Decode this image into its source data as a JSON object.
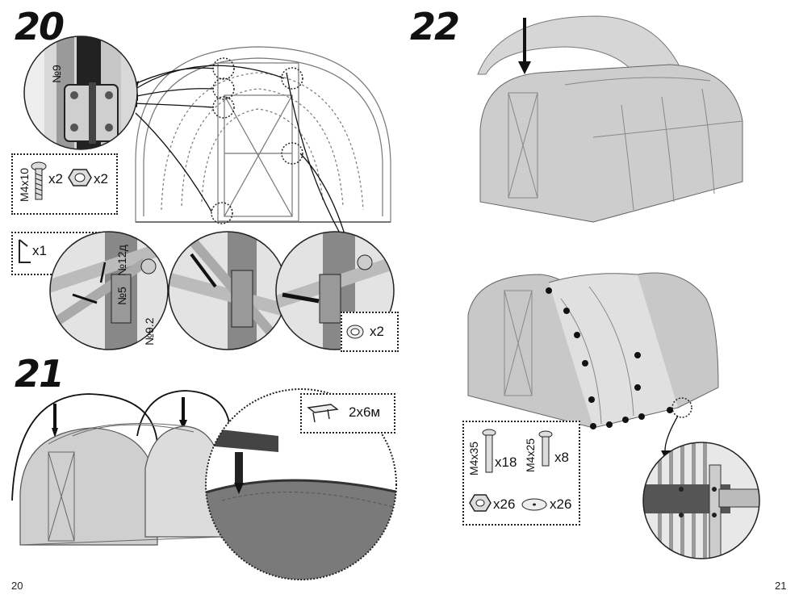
{
  "page_left": {
    "page_number": "20",
    "step20": {
      "number": "20",
      "detail_label": "№9",
      "parts_box": {
        "bolt": "M4x10",
        "bolt_qty": "x2",
        "nut_qty": "x2"
      },
      "bracket_box": {
        "bracket_qty": "x1",
        "tube_qty": "x1"
      },
      "part_labels": {
        "a": "№12д",
        "b": "№5",
        "c": "№9.2"
      },
      "plug_box": {
        "qty": "x2"
      }
    },
    "step21": {
      "number": "21",
      "profile_box": {
        "label": "2x6м"
      }
    }
  },
  "page_right": {
    "page_number": "21",
    "step22": {
      "number": "22",
      "hardware_box": {
        "bolt1": "M4x35",
        "bolt1_qty": "x18",
        "bolt2": "M4x25",
        "bolt2_qty": "x8",
        "nut_qty": "x26",
        "washer_qty": "x26"
      }
    }
  }
}
